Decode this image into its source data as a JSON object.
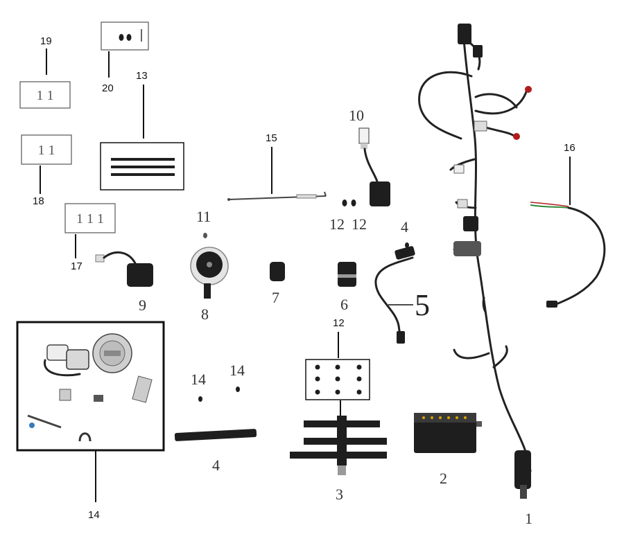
{
  "labels": {
    "p1": "1",
    "p2": "2",
    "p3": "3",
    "p4a": "4",
    "p4b": "4",
    "p5": "5",
    "p6": "6",
    "p7": "7",
    "p8": "8",
    "p9": "9",
    "p10": "10",
    "p11": "11",
    "p12a": "12",
    "p12b": "12",
    "p12c": "12",
    "p13": "13",
    "p14a": "14",
    "p14b": "14",
    "p14c": "14",
    "p15": "15",
    "p16": "16",
    "p17": "17",
    "p18": "18",
    "p19": "19",
    "p20": "20"
  },
  "boxes": {
    "box17": "1 1 1",
    "box18": "1 1",
    "box19": "1 1"
  },
  "colors": {
    "background": "#ffffff",
    "part": "#1e1e1e",
    "wire_red": "#b01c1c",
    "wire_green": "#2e8b3a"
  }
}
